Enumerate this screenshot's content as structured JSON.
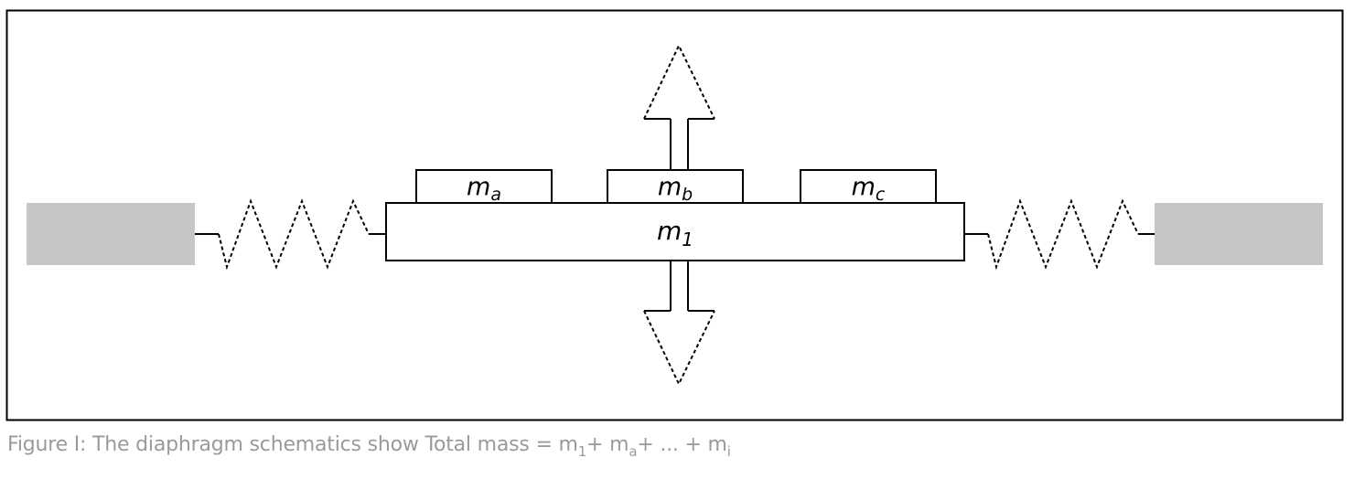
{
  "diagram": {
    "masses": {
      "main": {
        "symbol": "m",
        "subscript": "1"
      },
      "a": {
        "symbol": "m",
        "subscript": "a"
      },
      "b": {
        "symbol": "m",
        "subscript": "b"
      },
      "c": {
        "symbol": "m",
        "subscript": "c"
      }
    }
  },
  "caption": {
    "prefix": "Figure I: The diaphragm schematics show Total mass = ",
    "term1_symbol": "m",
    "term1_sub": "1",
    "plus1": "+ ",
    "term2_symbol": "m",
    "term2_sub": "a",
    "middle": "+ ... + ",
    "term3_symbol": "m",
    "term3_sub": "i"
  },
  "colors": {
    "frame": "#000000",
    "anchor_block": "#c6c6c6",
    "caption_text": "#9a9a9a"
  }
}
